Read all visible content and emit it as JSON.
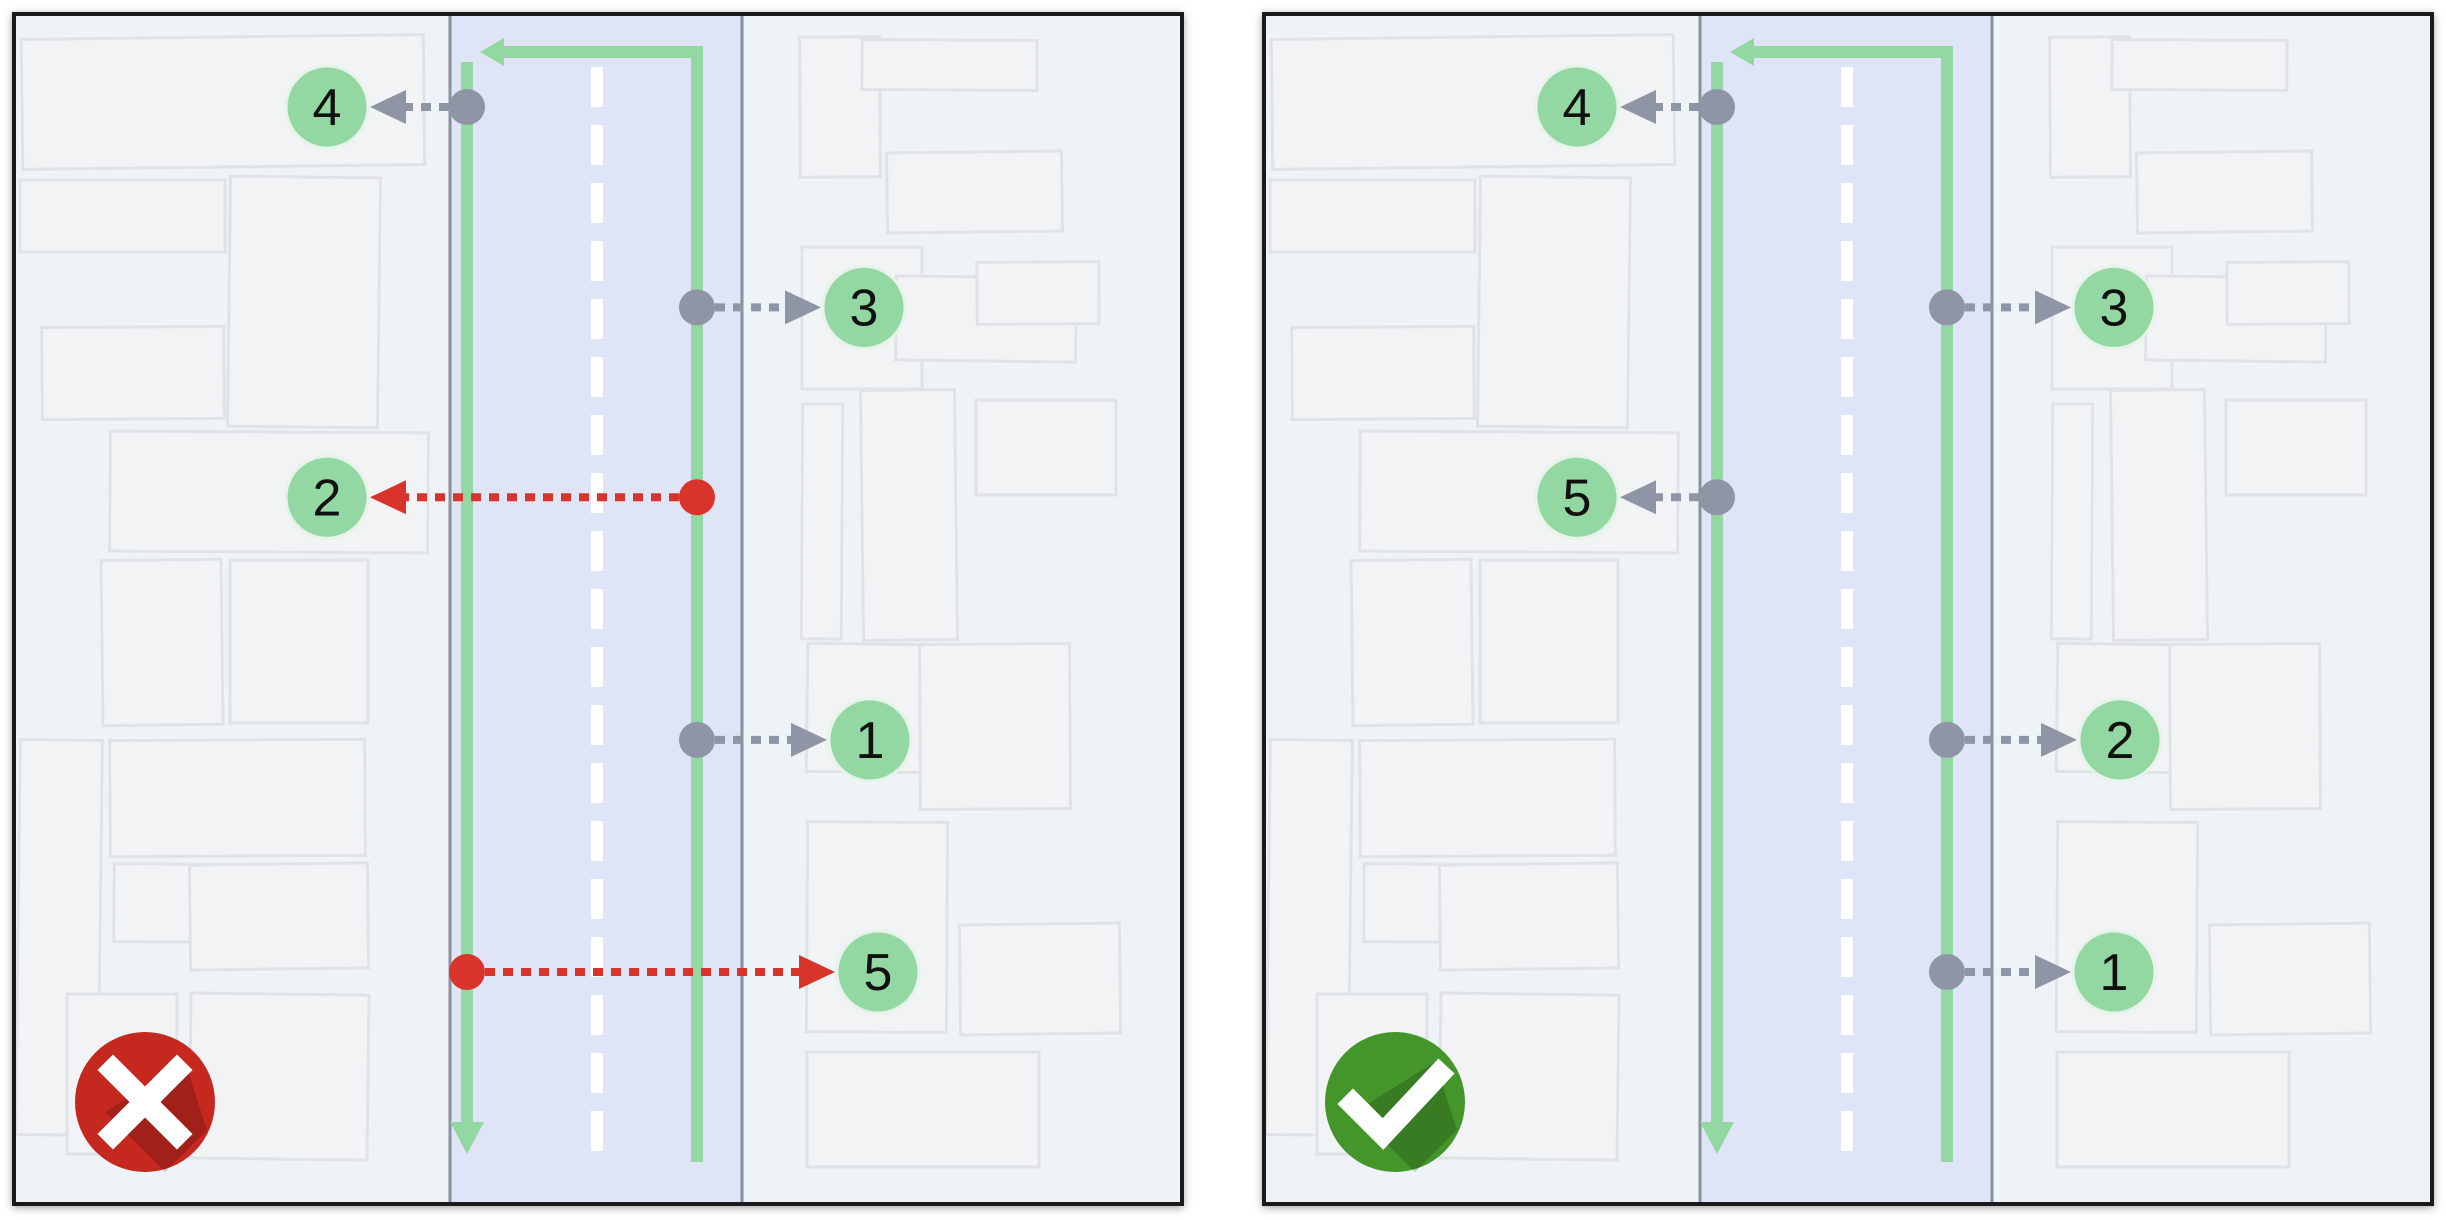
{
  "colors": {
    "background": "#eef3f7",
    "road": "#dfe5f6",
    "road_edge": "#8a909c",
    "building_fill": "#f1f3f5",
    "building_stroke": "#dfe3e6",
    "route": "#93d7a2",
    "stop_marker": "#8f95a5",
    "stop_label_fill": "#93d7a2",
    "wrong_crossing": "#d9342b",
    "frame": "#1a1a1a",
    "bad_badge": "#c5281f",
    "good_badge": "#44962b"
  },
  "panels": [
    {
      "id": "wrong-order",
      "verdict_icon": "cross-icon",
      "stops": [
        {
          "label": "4",
          "side": "left",
          "position": 0.05,
          "crosses_road": false
        },
        {
          "label": "3",
          "side": "right",
          "position": 0.24,
          "crosses_road": false
        },
        {
          "label": "2",
          "side": "left",
          "position": 0.42,
          "crosses_road": true
        },
        {
          "label": "1",
          "side": "right",
          "position": 0.65,
          "crosses_road": false
        },
        {
          "label": "5",
          "side": "right",
          "position": 0.87,
          "crosses_road": true
        }
      ]
    },
    {
      "id": "correct-order",
      "verdict_icon": "check-icon",
      "stops": [
        {
          "label": "4",
          "side": "left",
          "position": 0.05,
          "crosses_road": false
        },
        {
          "label": "3",
          "side": "right",
          "position": 0.24,
          "crosses_road": false
        },
        {
          "label": "5",
          "side": "left",
          "position": 0.42,
          "crosses_road": false
        },
        {
          "label": "2",
          "side": "right",
          "position": 0.65,
          "crosses_road": false
        },
        {
          "label": "1",
          "side": "right",
          "position": 0.87,
          "crosses_road": false
        }
      ]
    }
  ]
}
